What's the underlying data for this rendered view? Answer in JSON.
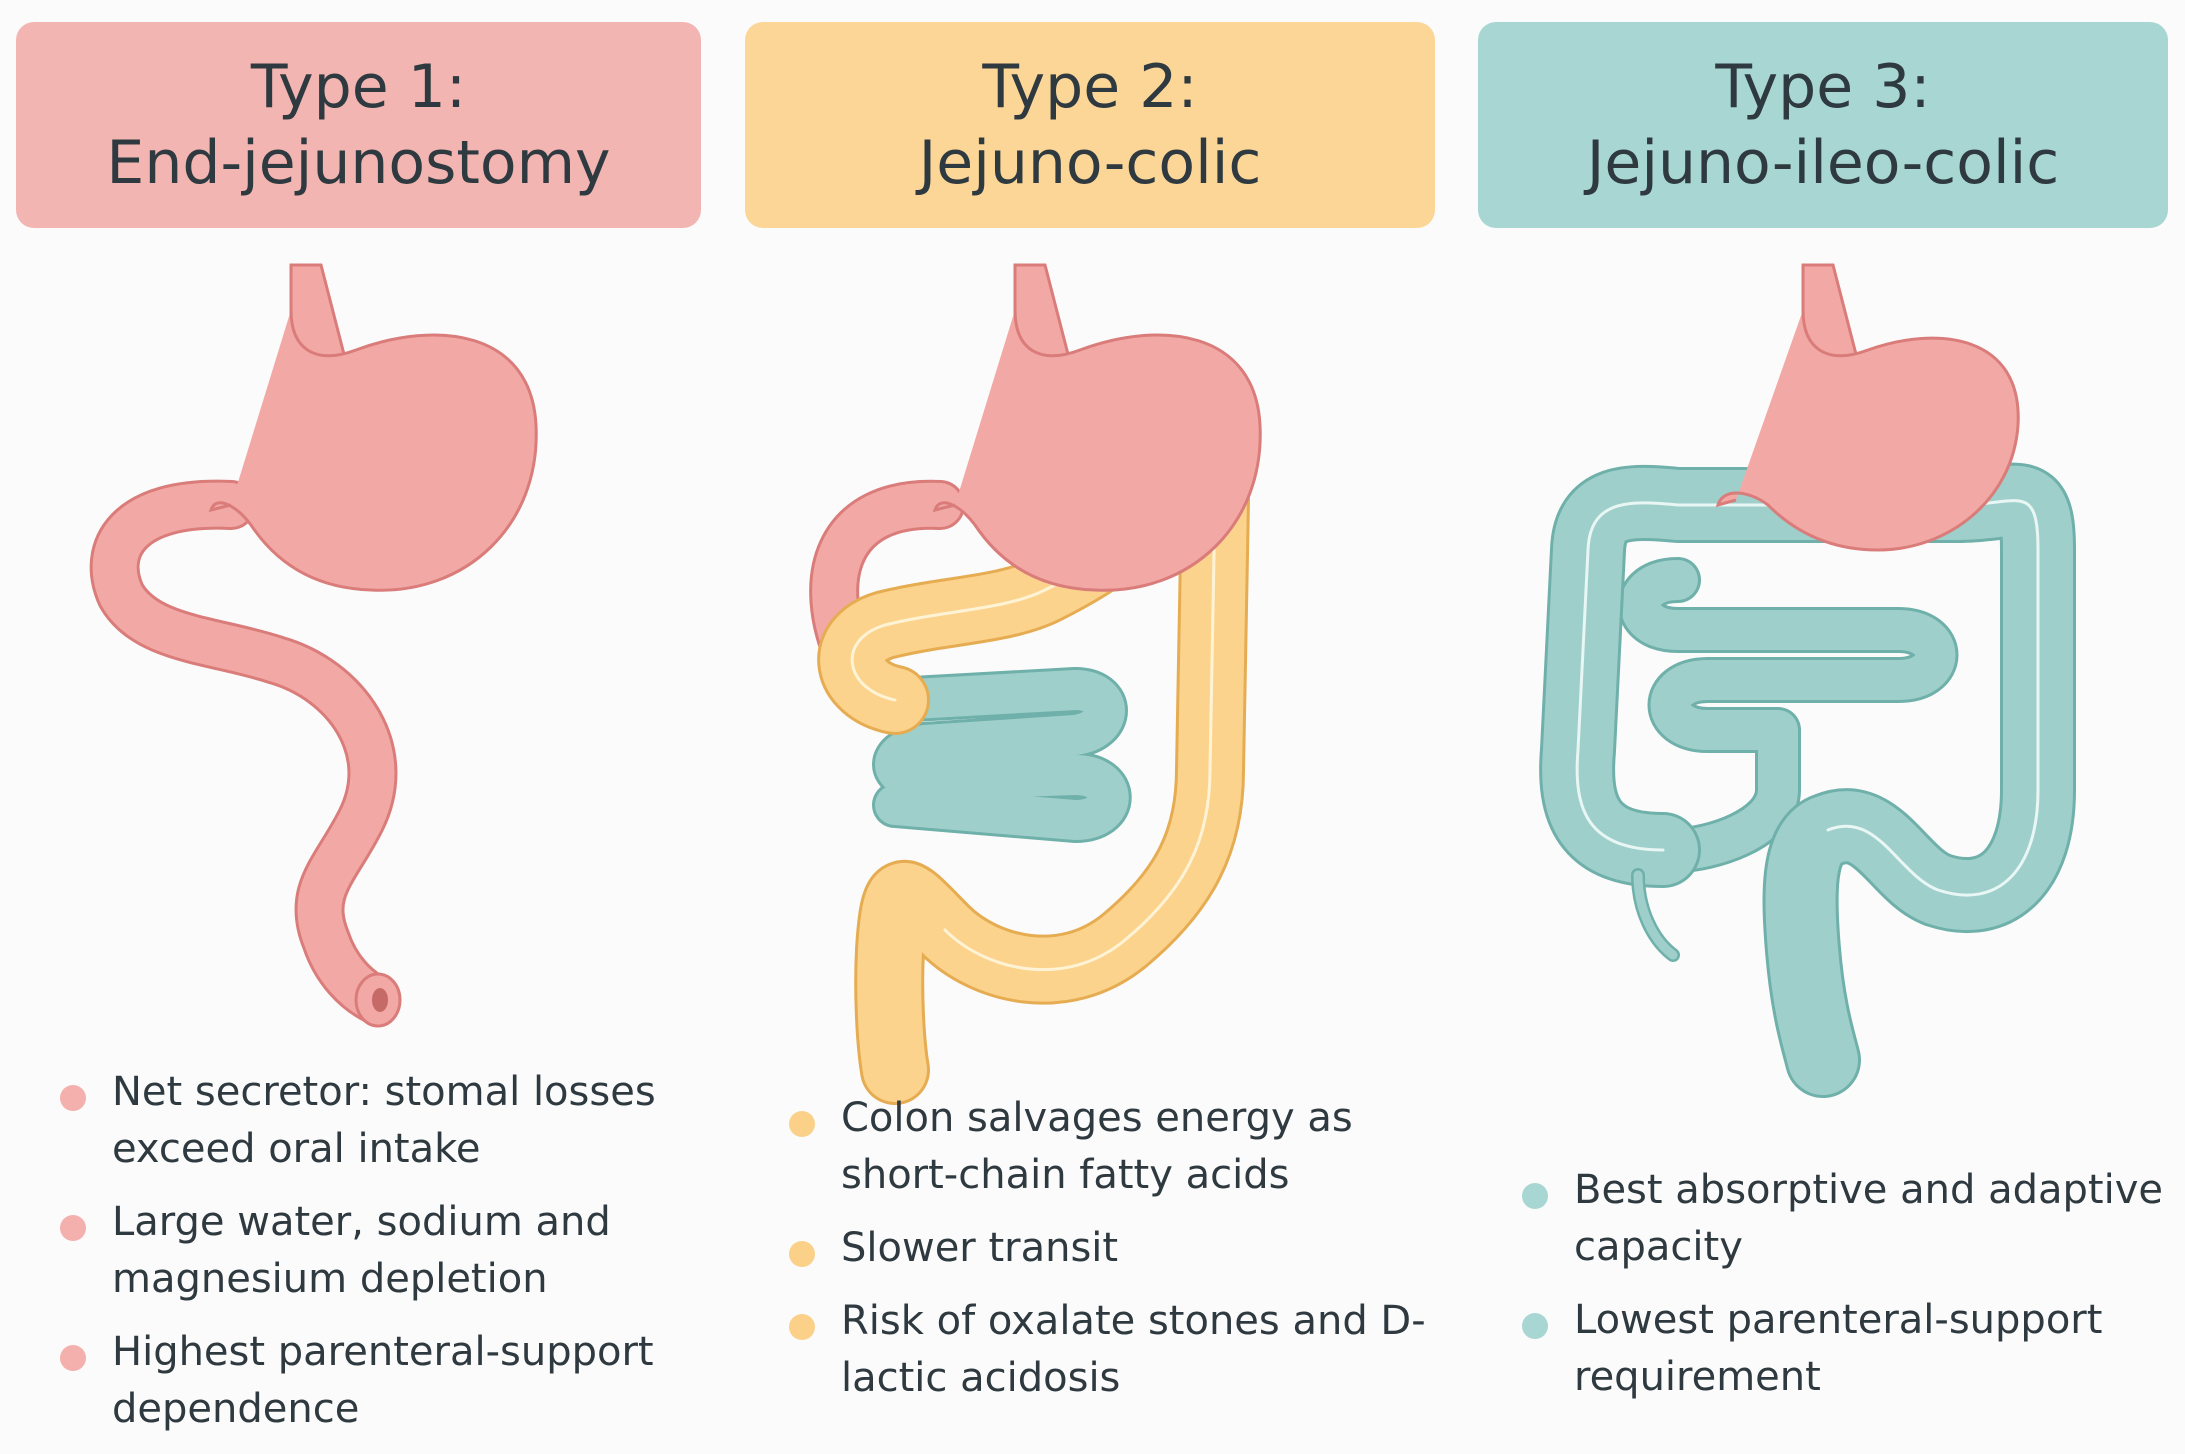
{
  "colors": {
    "type1": "#f3b5b2",
    "type2": "#fbd697",
    "type3": "#a8d6d2",
    "stomach": "#f2a9a6",
    "stomach_outline": "#d97c7a",
    "colon": "#fbd38d",
    "colon_outline": "#e6ac52",
    "colon3": "#9fcfcb",
    "colon3_outline": "#6fb0aa",
    "text": "#2f3a40"
  },
  "panels": [
    {
      "title_line1": "Type 1:",
      "title_line2": "End-jejunostomy",
      "illustration": "stomach-and-jejunum-end-stoma",
      "bullets": [
        "Net secretor: stomal losses exceed oral intake",
        "Large water, sodium and magnesium depletion",
        "Highest parenteral-support dependence"
      ]
    },
    {
      "title_line1": "Type 2:",
      "title_line2": "Jejuno-colic",
      "illustration": "stomach-jejunum-and-colon",
      "bullets": [
        "Colon salvages energy as short-chain fatty acids",
        "Slower transit",
        "Risk of oxalate stones and D-lactic acidosis"
      ]
    },
    {
      "title_line1": "Type 3:",
      "title_line2": "Jejuno-ileo-colic",
      "illustration": "stomach-small-bowel-and-full-colon",
      "bullets": [
        "Best absorptive and adaptive capacity",
        "Lowest parenteral-support requirement"
      ]
    }
  ]
}
